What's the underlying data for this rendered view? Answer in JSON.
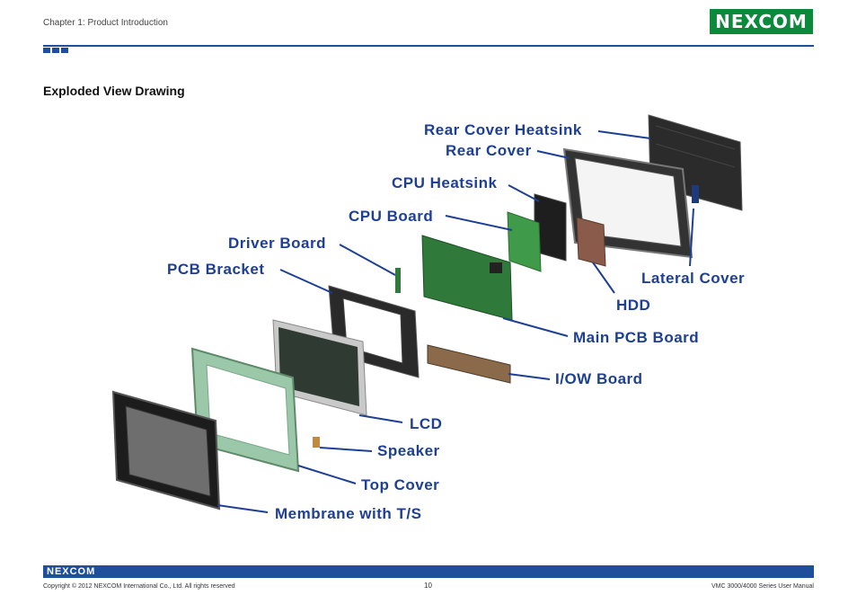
{
  "header": {
    "chapter": "Chapter 1: Product Introduction",
    "logo_text": "NEXCOM",
    "brand_color": "#0a8a3a",
    "rule_color": "#1f4f9a"
  },
  "section": {
    "title": "Exploded View Drawing"
  },
  "drawing": {
    "labels": {
      "rear_cover_heatsink": "Rear Cover Heatsink",
      "rear_cover": "Rear Cover",
      "cpu_heatsink": "CPU Heatsink",
      "cpu_board": "CPU Board",
      "driver_board": "Driver Board",
      "pcb_bracket": "PCB Bracket",
      "lateral_cover": "Lateral Cover",
      "hdd": "HDD",
      "main_pcb_board": "Main PCB Board",
      "iow_board": "I/OW Board",
      "lcd": "LCD",
      "speaker": "Speaker",
      "top_cover": "Top Cover",
      "membrane": "Membrane with T/S"
    },
    "label_color": "#1d3f94"
  },
  "footer": {
    "logo_text": "NEXCOM",
    "copyright": "Copyright © 2012 NEXCOM International Co., Ltd. All rights reserved",
    "page_number": "10",
    "manual_title": "VMC 3000/4000 Series User Manual"
  }
}
